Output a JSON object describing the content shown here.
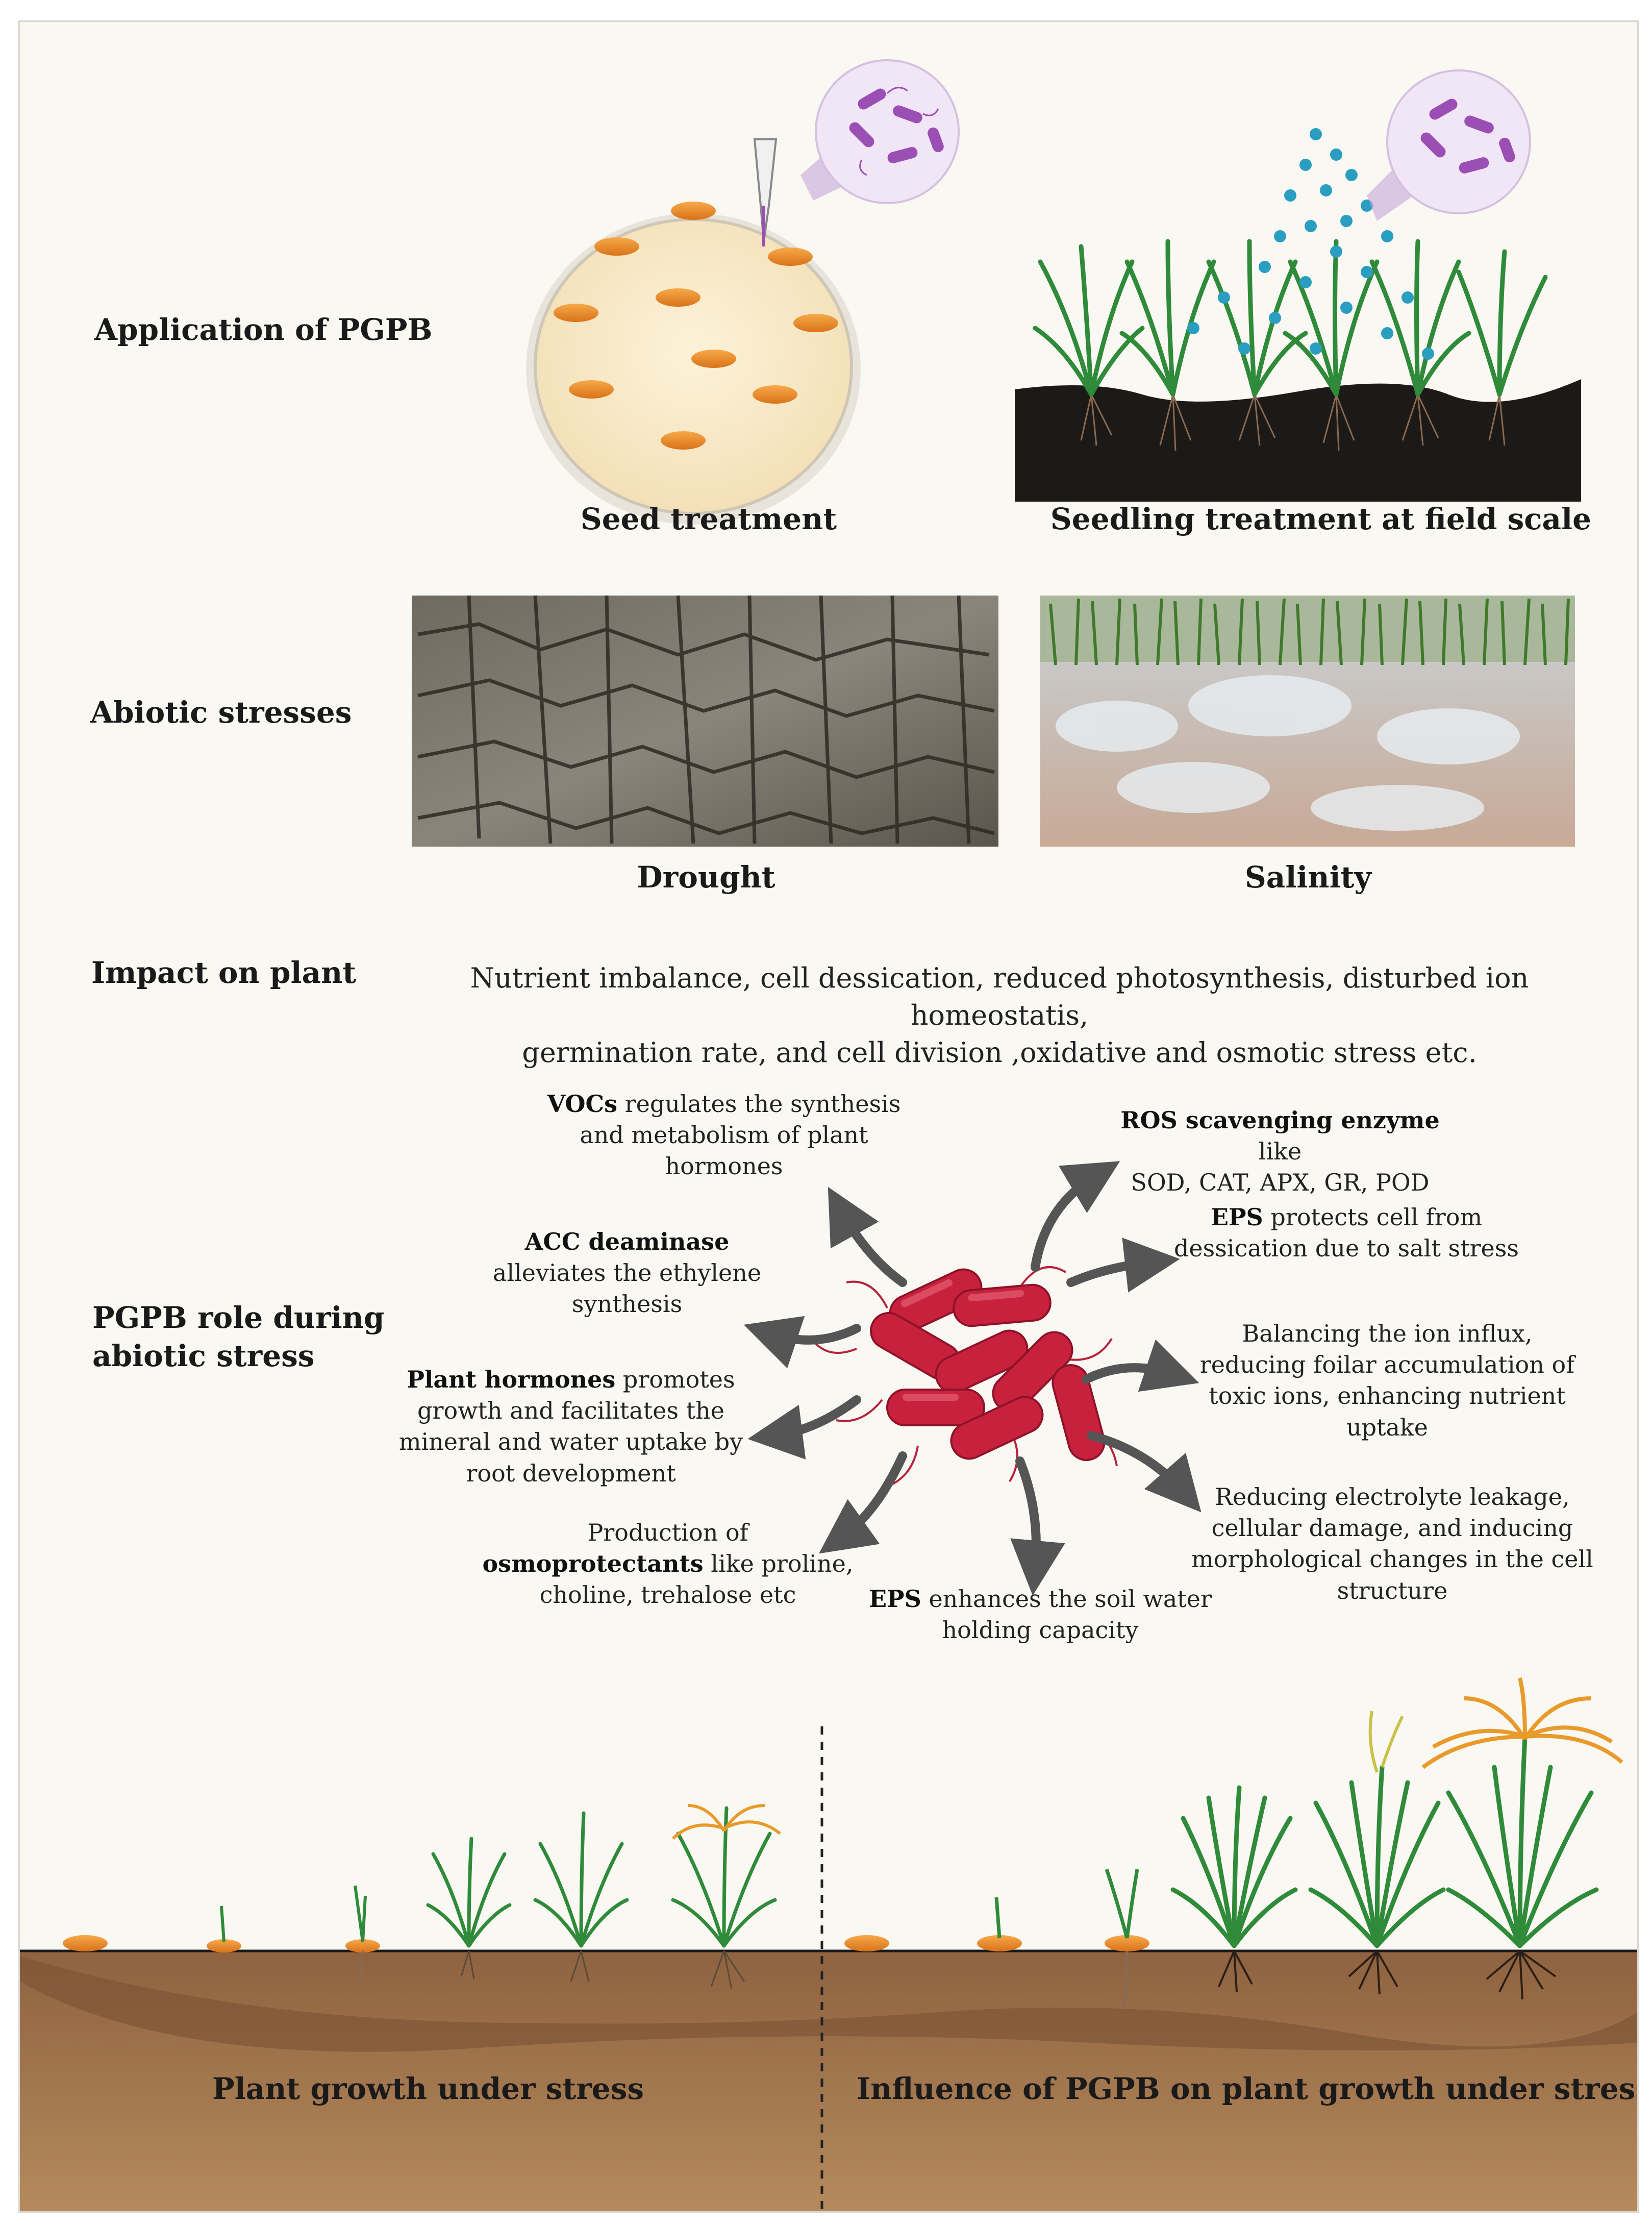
{
  "rows": {
    "application": "Application of PGPB",
    "abiotic": "Abiotic stresses",
    "impact": "Impact on plant",
    "role_line1": "PGPB role during",
    "role_line2": "abiotic stress"
  },
  "application": {
    "seed_caption": "Seed treatment",
    "seedling_caption": "Seedling treatment at field scale"
  },
  "stresses": {
    "drought_caption": "Drought",
    "salinity_caption": "Salinity"
  },
  "impact_text": {
    "line1": "Nutrient imbalance, cell dessication, reduced photosynthesis, disturbed ion homeostatis,",
    "line2": "germination rate, and cell division ,oxidative and osmotic stress etc."
  },
  "roles": {
    "vocs": {
      "bold": "VOCs",
      "rest1": " regulates the synthesis",
      "line2": "and metabolism of plant",
      "line3": "hormones"
    },
    "acc": {
      "bold": "ACC deaminase",
      "line2": "alleviates the ethylene",
      "line3": "synthesis"
    },
    "hormones": {
      "bold": "Plant hormones",
      "rest1": " promotes",
      "line2": "growth and facilitates the",
      "line3": "mineral and water uptake by",
      "line4": "root development"
    },
    "osmo": {
      "line1": "Production of",
      "bold": "osmoprotectants",
      "rest2": " like proline,",
      "line3": "choline, trehalose etc"
    },
    "eps_soil": {
      "bold": "EPS",
      "rest1": " enhances the soil water",
      "line2": "holding capacity"
    },
    "ros": {
      "bold": "ROS scavenging enzyme",
      "rest1": " like",
      "line2": "SOD, CAT, APX, GR, POD"
    },
    "eps_cell": {
      "bold": "EPS",
      "rest1": " protects cell from",
      "line2": "dessication due to salt stress"
    },
    "ion": {
      "line1": "Balancing the ion influx,",
      "line2": "reducing foilar accumulation of",
      "line3": "toxic ions, enhancing nutrient",
      "line4": "uptake"
    },
    "electrolyte": {
      "line1": "Reducing electrolyte leakage,",
      "line2": "cellular damage, and inducing",
      "line3": "morphological changes in the cell",
      "line4": "structure"
    }
  },
  "growth": {
    "left_caption": "Plant growth under stress",
    "right_caption": "Influence of PGPB on plant growth under stress"
  },
  "colors": {
    "background": "#faf8f3",
    "bacteria_red": "#c8213d",
    "microbe_purple": "#9b4fb5",
    "seed_orange": "#e8892a",
    "soil_brown": "#a97c50",
    "arrow_gray": "#555555",
    "leaf_green": "#2f8a3a"
  }
}
